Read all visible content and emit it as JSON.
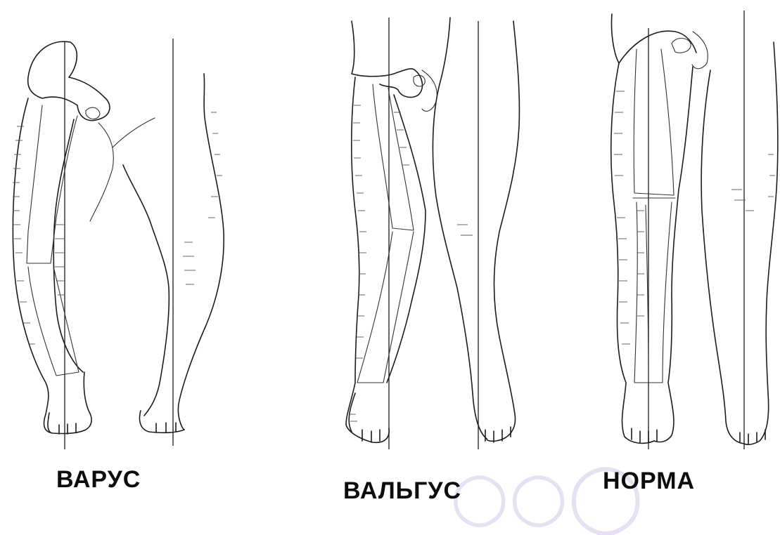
{
  "figure": {
    "panels": [
      {
        "id": "varus",
        "caption": "ВАРУС"
      },
      {
        "id": "valgus",
        "caption": "ВАЛЬГУС"
      },
      {
        "id": "norm",
        "caption": "НОРМА"
      }
    ],
    "colors": {
      "line": "#1c1c1c",
      "background": "#ffffff",
      "watermark": "#e7e0f3"
    }
  }
}
